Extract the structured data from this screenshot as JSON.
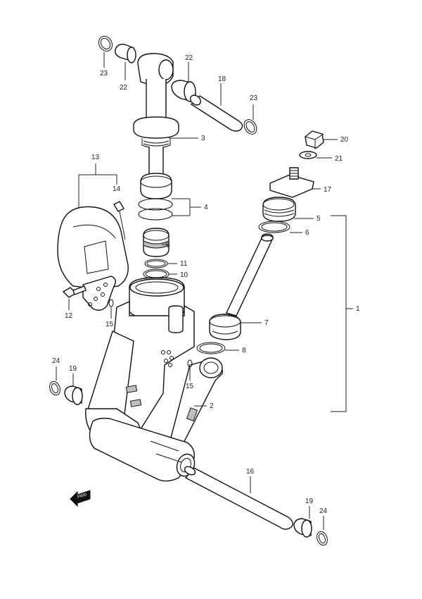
{
  "callouts": {
    "c1": "1",
    "c2": "2",
    "c3": "3",
    "c4": "4",
    "c5": "5",
    "c6": "6",
    "c7": "7",
    "c8": "8",
    "c9": "9",
    "c10": "10",
    "c11": "11",
    "c12": "12",
    "c13": "13",
    "c14": "14",
    "c15a": "15",
    "c15b": "15",
    "c16": "16",
    "c17": "17",
    "c18": "18",
    "c19a": "19",
    "c19b": "19",
    "c20": "20",
    "c21": "21",
    "c22a": "22",
    "c22b": "22",
    "c23a": "23",
    "c23b": "23",
    "c24a": "24",
    "c24b": "24"
  },
  "fwd_badge": "FWD"
}
